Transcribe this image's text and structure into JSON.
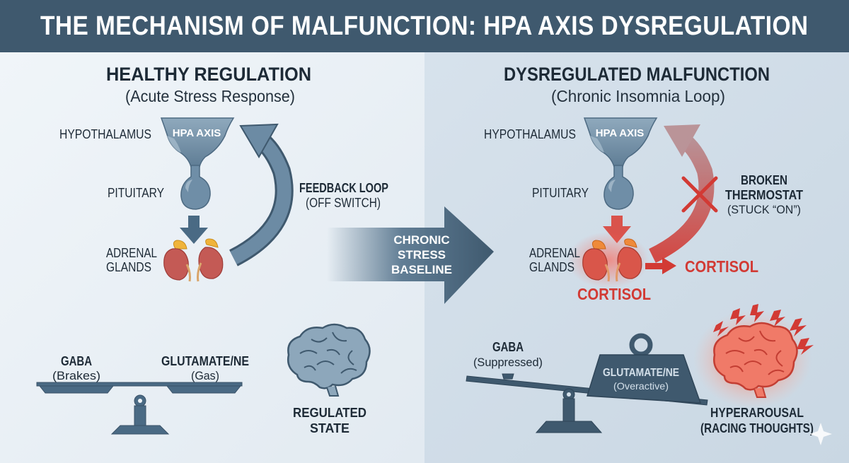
{
  "title": "THE MECHANISM OF MALFUNCTION: HPA AXIS DYSREGULATION",
  "left": {
    "heading": "HEALTHY REGULATION",
    "subheading": "(Acute Stress Response)",
    "hypothalamus": "HYPOTHALAMUS",
    "hpa": "HPA AXIS",
    "pituitary": "PITUITARY",
    "adrenal1": "ADRENAL",
    "adrenal2": "GLANDS",
    "feedback1": "FEEDBACK LOOP",
    "feedback2": "(OFF SWITCH)",
    "gaba": "GABA",
    "gaba_sub": "(Brakes)",
    "glut": "GLUTAMATE/NE",
    "glut_sub": "(Gas)",
    "state1": "REGULATED",
    "state2": "STATE"
  },
  "middle": {
    "line1": "CHRONIC",
    "line2": "STRESS",
    "line3": "BASELINE"
  },
  "right": {
    "heading": "DYSREGULATED MALFUNCTION",
    "subheading": "(Chronic Insomnia Loop)",
    "hypothalamus": "HYPOTHALAMUS",
    "hpa": "HPA AXIS",
    "pituitary": "PITUITARY",
    "adrenal1": "ADRENAL",
    "adrenal2": "GLANDS",
    "broken1": "BROKEN",
    "broken2": "THERMOSTAT",
    "broken3": "(STUCK “ON”)",
    "cortisol_right": "CORTISOL",
    "cortisol_below": "CORTISOL",
    "gaba": "GABA",
    "gaba_sub": "(Suppressed)",
    "glut": "GLUTAMATE/NE",
    "glut_sub": "(Overactive)",
    "state1": "HYPERAROUSAL",
    "state2": "(RACING THOUGHTS)"
  },
  "colors": {
    "header": "#3f596e",
    "slate": "#4a6a84",
    "alarm": "#d23a34",
    "left_panel": "#eef3f7",
    "right_panel": "#d4e0ea"
  }
}
